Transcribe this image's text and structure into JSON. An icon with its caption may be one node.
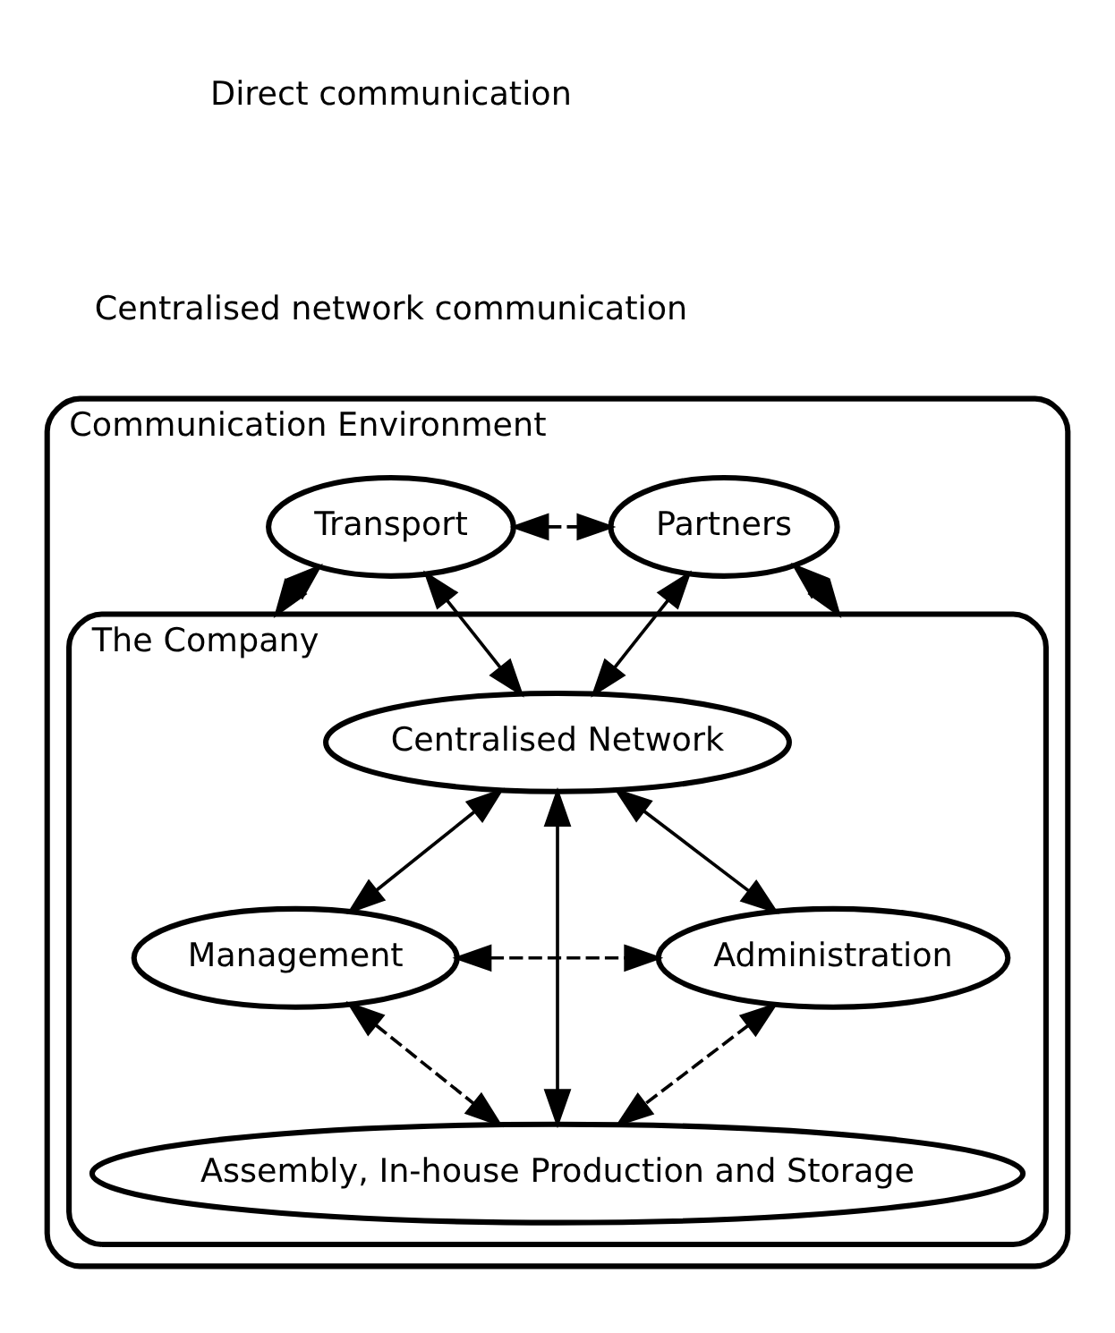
{
  "diagram": {
    "nodes": [
      {
        "text": [
          "Communication Environment"
        ]
      },
      {
        "text": [
          "Transport"
        ],
        "in": 0
      },
      {
        "text": [
          "Partners"
        ],
        "in": 0
      },
      {
        "text": [
          "The Company"
        ],
        "in": 0
      },
      {
        "text": [
          "Centralised Network"
        ],
        "in": 3
      },
      {
        "text": [
          "Management"
        ],
        "in": 3
      },
      {
        "text": [
          "Administration"
        ],
        "in": 3
      },
      {
        "text": [
          "Assembly, In-house Production and Storage"
        ],
        "in": 3
      }
    ],
    "edges": [
      {
        "from": 1,
        "to": 2,
        "arrow": "both",
        "style": "dashed"
      },
      {
        "from": 1,
        "to": 3,
        "arrow": "both",
        "style": "dashed"
      },
      {
        "from": 2,
        "to": 3,
        "arrow": "both",
        "style": "dashed"
      },
      {
        "from": 1,
        "to": 4,
        "arrow": "both"
      },
      {
        "from": 2,
        "to": 4,
        "arrow": "both"
      },
      {
        "from": 4,
        "to": 5,
        "arrow": "both"
      },
      {
        "from": 4,
        "to": 6,
        "arrow": "both"
      },
      {
        "from": 4,
        "to": 7,
        "arrow": "both"
      },
      {
        "from": 5,
        "to": 6,
        "arrow": "both",
        "style": "dashed"
      },
      {
        "from": 5,
        "to": 7,
        "arrow": "both",
        "style": "dashed"
      },
      {
        "from": 6,
        "to": 7,
        "arrow": "both",
        "style": "dashed"
      }
    ],
    "legend": [
      {
        "text": "Direct communication"
      },
      {
        "text": "Centralised network communication"
      }
    ]
  }
}
